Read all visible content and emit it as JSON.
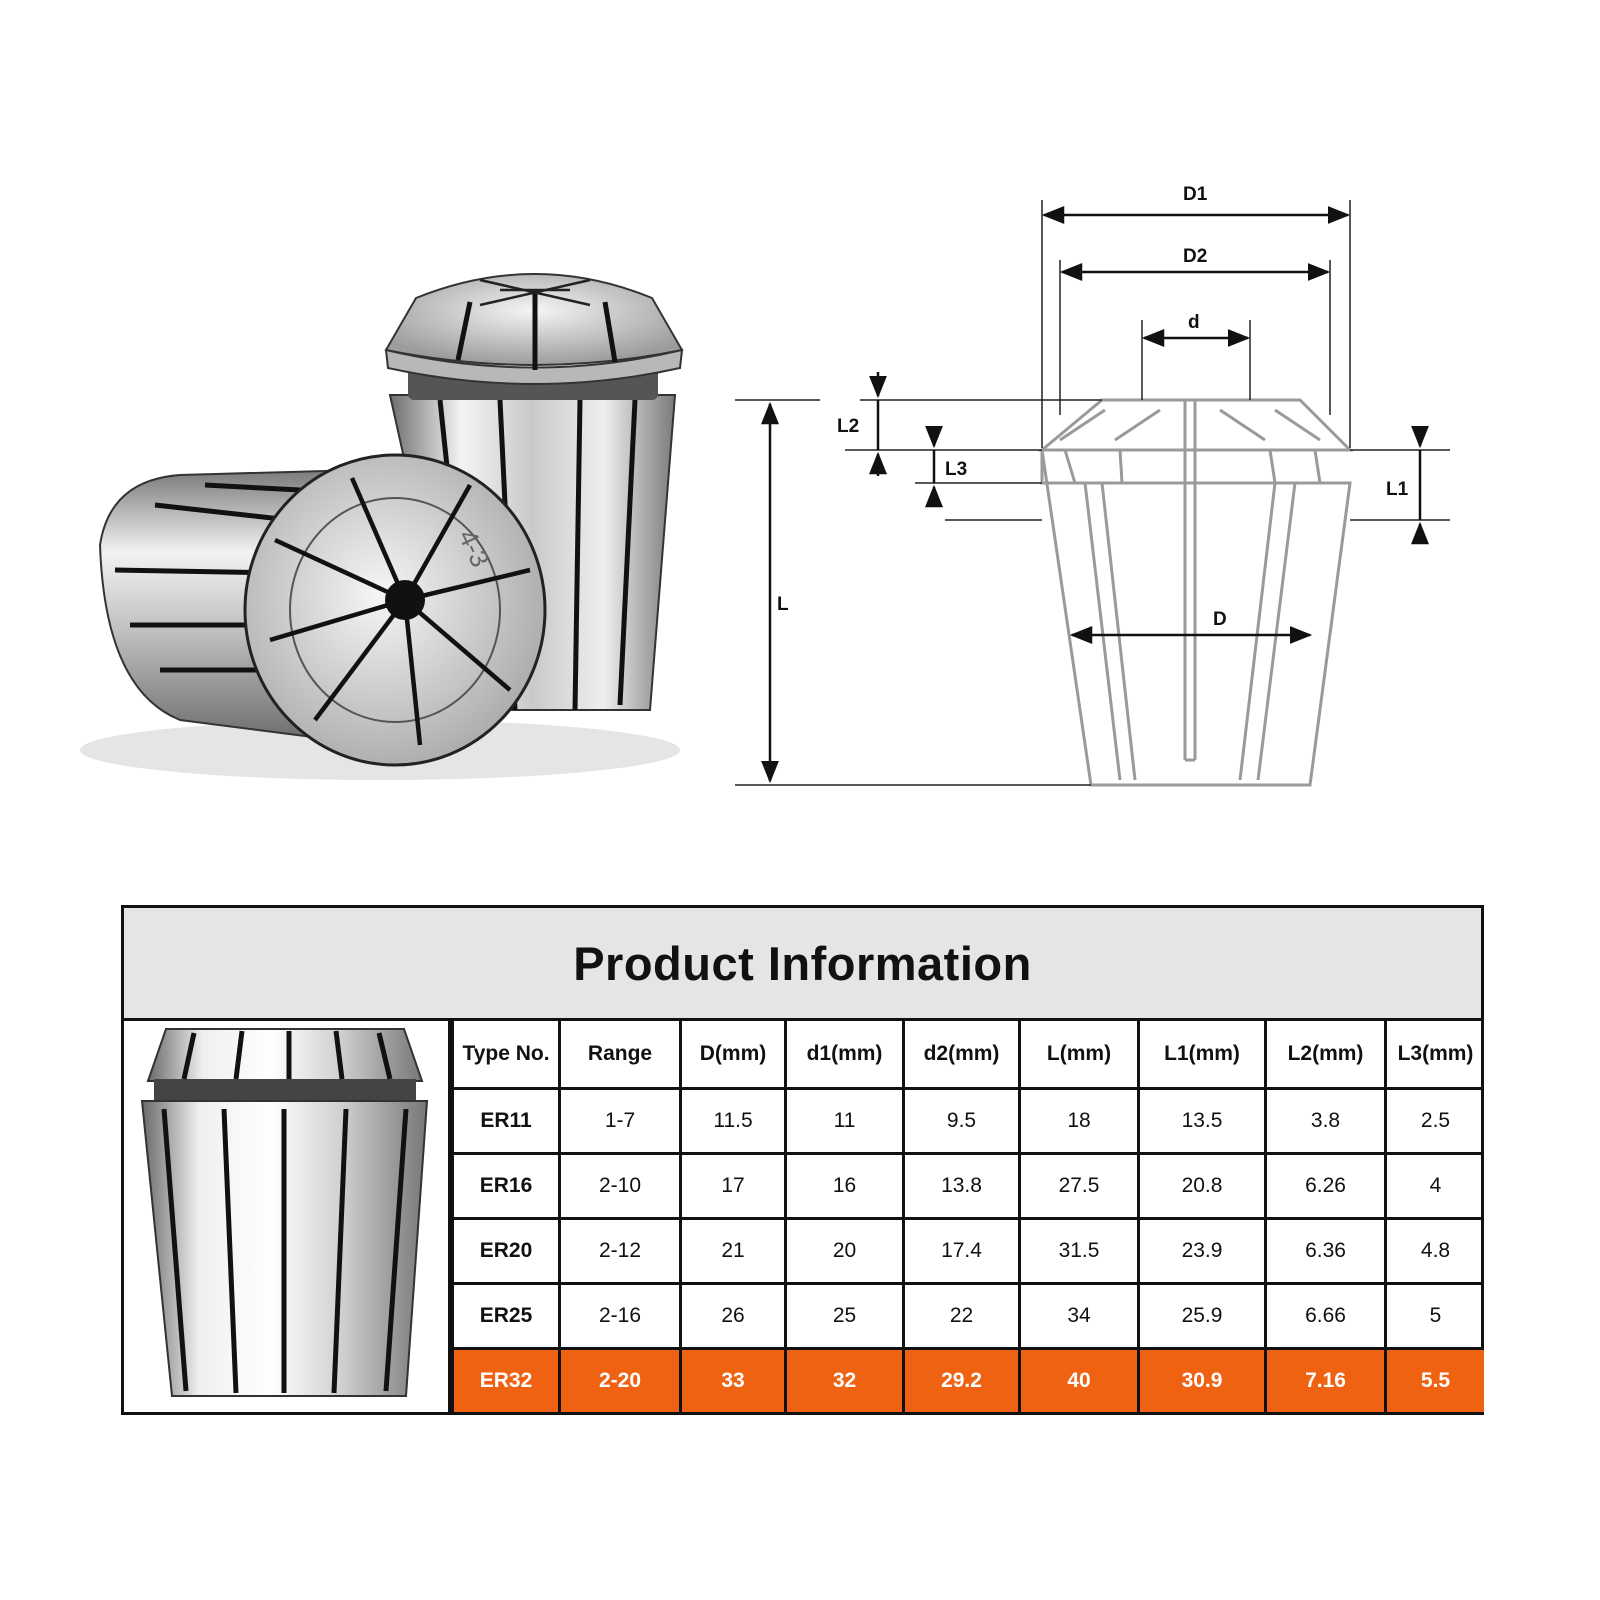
{
  "drawing": {
    "labels": {
      "D1": "D1",
      "D2": "D2",
      "d": "d",
      "L2": "L2",
      "L3": "L3",
      "L1": "L1",
      "L": "L",
      "D": "D"
    }
  },
  "photo": {
    "collet_marking": "4-3"
  },
  "product_info": {
    "title": "Product Information",
    "columns": [
      "Type No.",
      "Range",
      "D(mm)",
      "d1(mm)",
      "d2(mm)",
      "L(mm)",
      "L1(mm)",
      "L2(mm)",
      "L3(mm)"
    ],
    "rows": [
      [
        "ER11",
        "1-7",
        "11.5",
        "11",
        "9.5",
        "18",
        "13.5",
        "3.8",
        "2.5"
      ],
      [
        "ER16",
        "2-10",
        "17",
        "16",
        "13.8",
        "27.5",
        "20.8",
        "6.26",
        "4"
      ],
      [
        "ER20",
        "2-12",
        "21",
        "20",
        "17.4",
        "31.5",
        "23.9",
        "6.36",
        "4.8"
      ],
      [
        "ER25",
        "2-16",
        "26",
        "25",
        "22",
        "34",
        "25.9",
        "6.66",
        "5"
      ],
      [
        "ER32",
        "2-20",
        "33",
        "32",
        "29.2",
        "40",
        "30.9",
        "7.16",
        "5.5"
      ]
    ],
    "highlight_row": "ER32",
    "highlight_color": "#ef6212"
  }
}
